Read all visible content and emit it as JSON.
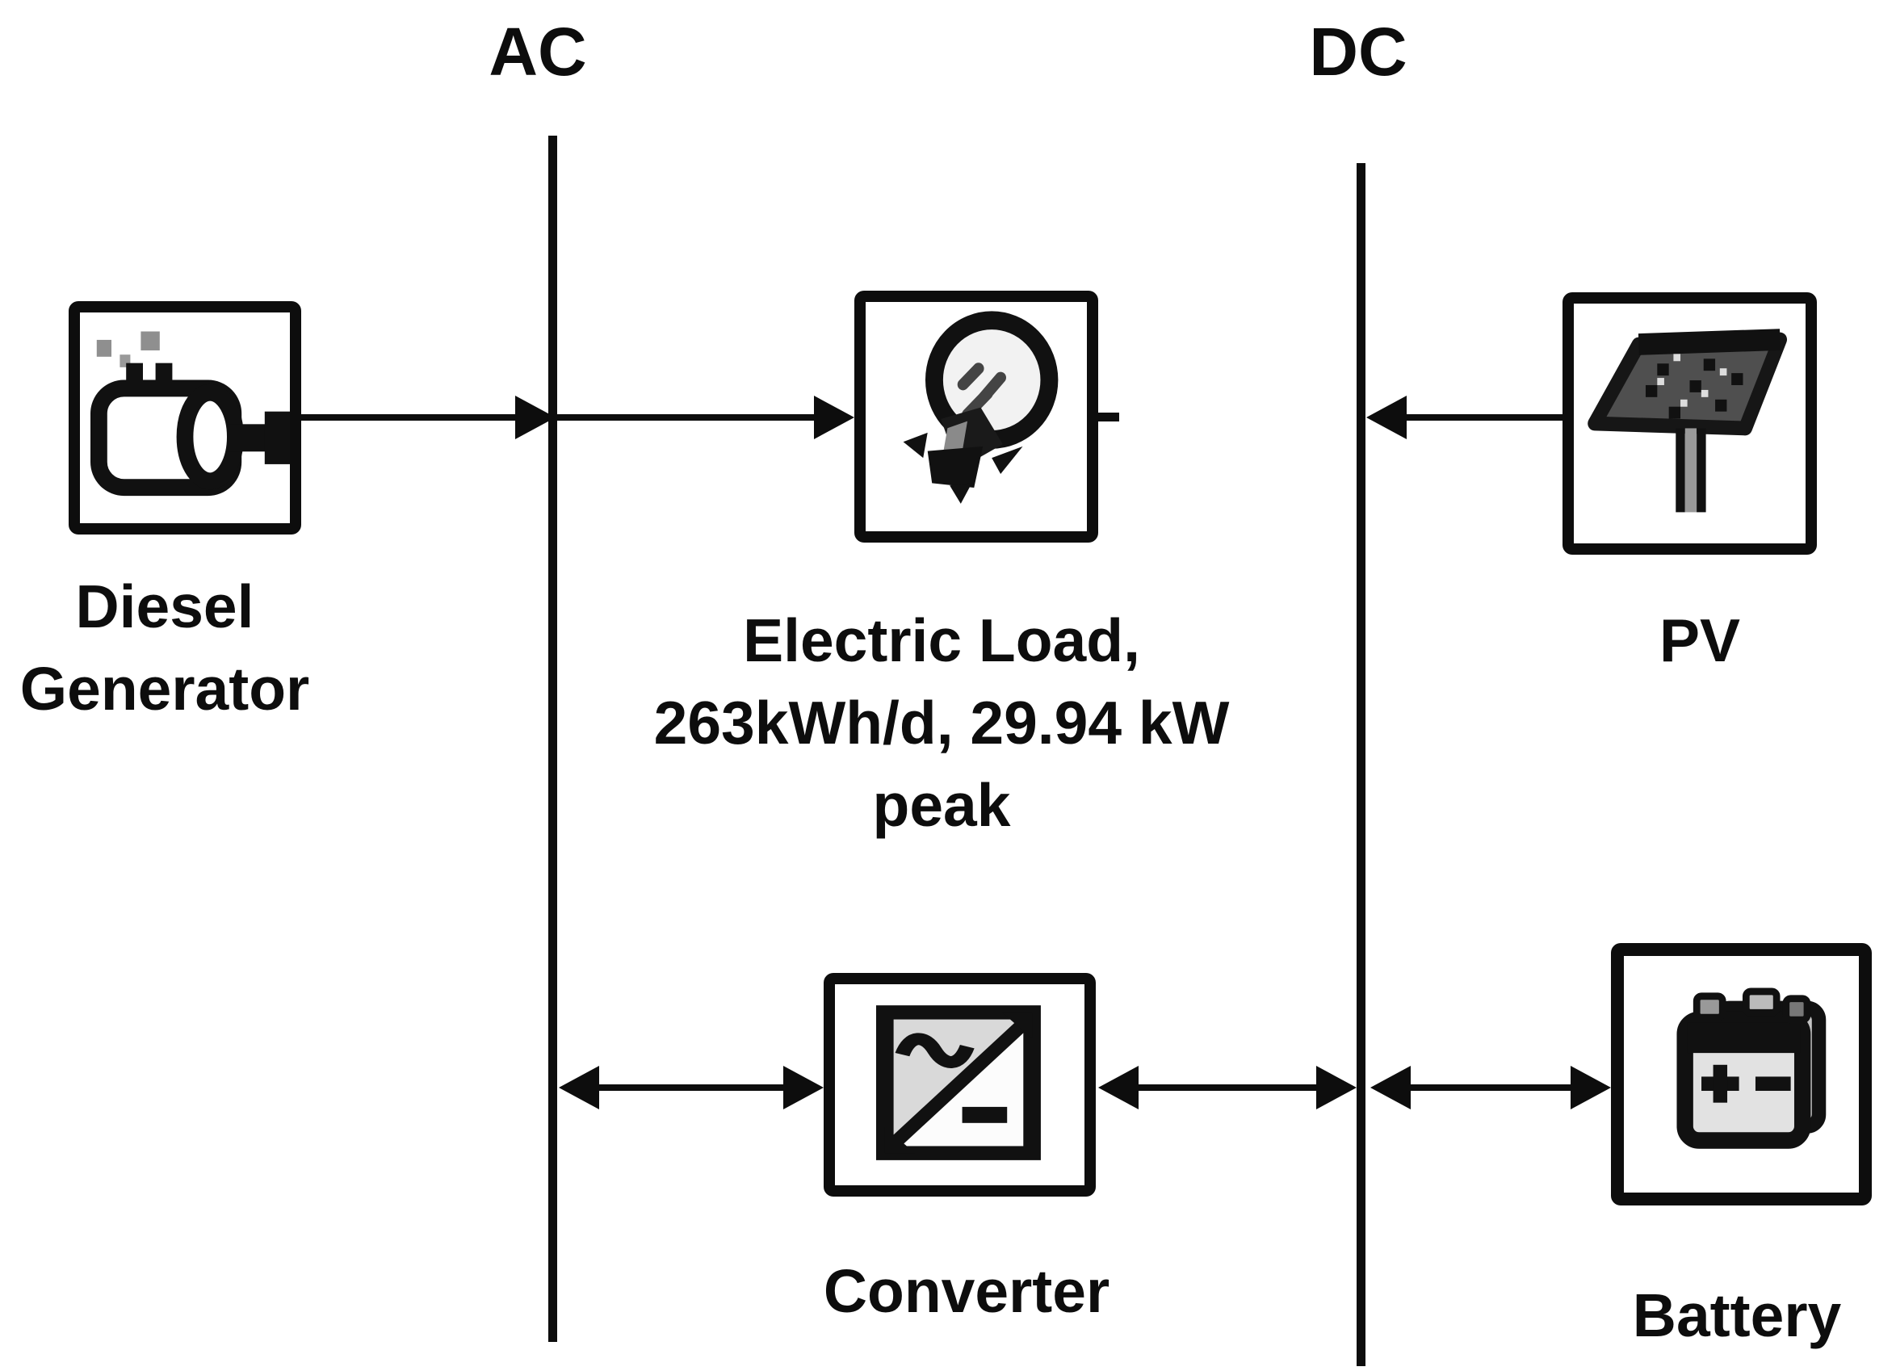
{
  "buses": {
    "ac": {
      "label": "AC"
    },
    "dc": {
      "label": "DC"
    }
  },
  "components": {
    "diesel_generator": {
      "label_lines": [
        "Diesel",
        "Generator"
      ],
      "bus": "AC"
    },
    "electric_load": {
      "label_lines": [
        "Electric Load,",
        "263kWh/d, 29.94 kW",
        "peak"
      ],
      "daily_energy": "263kWh/d",
      "peak_power": "29.94 kW",
      "bus": "AC"
    },
    "pv": {
      "label_lines": [
        "PV"
      ],
      "bus": "DC"
    },
    "converter": {
      "label_lines": [
        "Converter"
      ],
      "bus": "AC-DC"
    },
    "battery": {
      "label_lines": [
        "Battery"
      ],
      "bus": "DC"
    }
  },
  "connections": [
    {
      "from": "diesel_generator",
      "to": "ac_bus",
      "direction": "one-way"
    },
    {
      "from": "ac_bus",
      "to": "electric_load",
      "direction": "one-way"
    },
    {
      "from": "pv",
      "to": "dc_bus",
      "direction": "one-way"
    },
    {
      "from": "ac_bus",
      "to": "converter",
      "direction": "two-way"
    },
    {
      "from": "converter",
      "to": "dc_bus",
      "direction": "two-way"
    },
    {
      "from": "dc_bus",
      "to": "battery",
      "direction": "two-way"
    }
  ],
  "colors": {
    "line": "#0d0d0d",
    "panel_fill": "#4f4f4f",
    "icon_gray": "#8f8f8f",
    "background": "#ffffff"
  }
}
